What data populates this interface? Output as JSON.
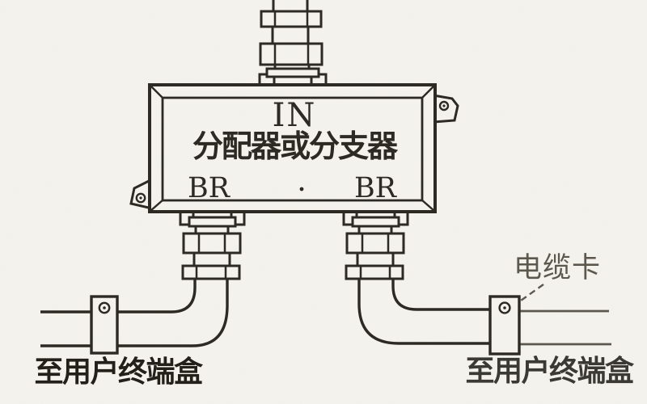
{
  "colors": {
    "paper": "#f6f4ef",
    "ink": "#2a2721",
    "ink-soft": "#5a564d",
    "gray-label": "#5b564c",
    "caption": "#201d17"
  },
  "device": {
    "input_port_label": "IN",
    "title": "分配器或分支器",
    "branch_port_left_label": "BR",
    "branch_port_right_label": "BR"
  },
  "annotations": {
    "cable_clamp_label": "电缆卡",
    "left_caption": "至用户终端盒",
    "right_caption": "至用户终端盒"
  }
}
